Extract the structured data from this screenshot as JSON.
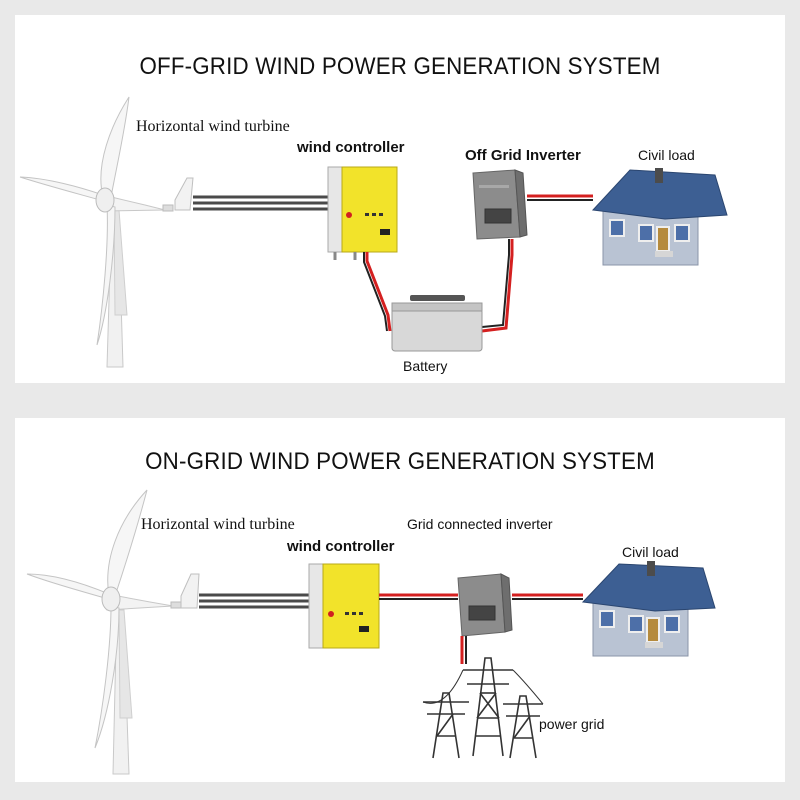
{
  "off_grid": {
    "title": "OFF-GRID WIND POWER GENERATION SYSTEM",
    "turbine_label": "Horizontal wind turbine",
    "controller_label": "wind controller",
    "inverter_label": "Off Grid Inverter",
    "load_label": "Civil load",
    "battery_label": "Battery"
  },
  "on_grid": {
    "title": "ON-GRID WIND POWER GENERATION SYSTEM",
    "turbine_label": "Horizontal wind turbine",
    "controller_label": "wind controller",
    "inverter_label": "Grid connected inverter",
    "load_label": "Civil load",
    "grid_label": "power grid"
  },
  "colors": {
    "controller_yellow": "#f2e32a",
    "wire_red": "#d42020",
    "wire_black": "#222222",
    "roof_blue": "#3d5f93",
    "house_wall": "#b9c3d3"
  }
}
